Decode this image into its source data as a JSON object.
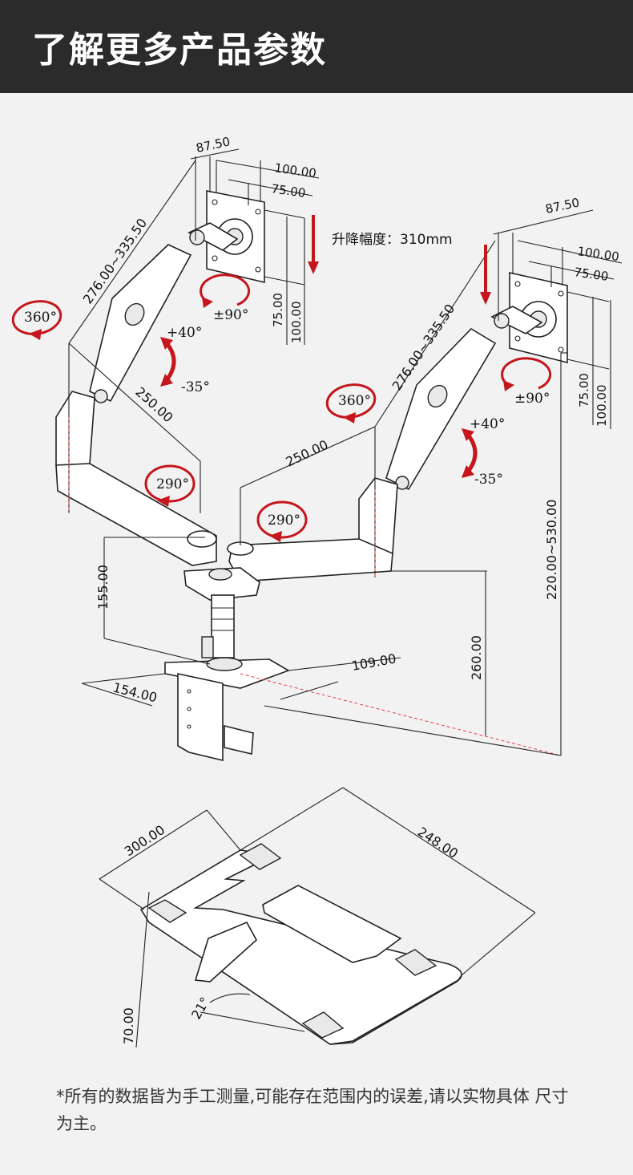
{
  "header": {
    "title": "了解更多产品参数"
  },
  "annotations": {
    "lift_range": "升降幅度：310mm",
    "rot_360_left": "360°",
    "rot_360_right": "360°",
    "rot_290_left": "290°",
    "rot_290_right": "290°",
    "tilt_up_left": "+40°",
    "tilt_down_left": "-35°",
    "tilt_up_right": "+40°",
    "tilt_down_right": "-35°",
    "swivel_left": "±90°",
    "swivel_right": "±90°"
  },
  "dimensions": {
    "vesa_offset_left": "87.50",
    "vesa_100_h_left": "100.00",
    "vesa_75_h_left": "75.00",
    "vesa_75_v_left": "75.00",
    "vesa_100_v_left": "100.00",
    "vesa_offset_right": "87.50",
    "vesa_100_h_right": "100.00",
    "vesa_75_h_right": "75.00",
    "vesa_75_v_right": "75.00",
    "vesa_100_v_right": "100.00",
    "upper_arm_left": "276.00~335.50",
    "upper_arm_right": "276.00~335.50",
    "lower_arm_left": "250.00",
    "lower_arm_right": "250.00",
    "pole_height": "155.00",
    "base_height": "260.00",
    "total_height": "220.00~530.00",
    "clamp_depth": "154.00",
    "clamp_width": "109.00",
    "tray_width": "300.00",
    "tray_depth": "248.00",
    "tray_height": "70.00",
    "tray_angle": "21°"
  },
  "footnote": "*所有的数据皆为手工测量,可能存在范围内的误差,请以实物具体 尺寸为主。"
}
